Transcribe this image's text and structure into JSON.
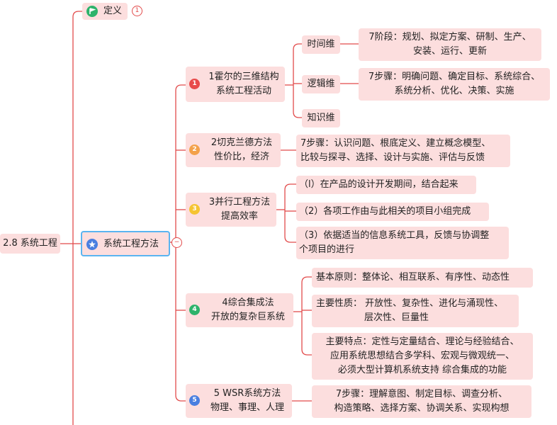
{
  "root": "2.8 系统工程",
  "definition": {
    "label": "定义",
    "count": "1"
  },
  "main": {
    "label": "系统工程方法",
    "collapse": "−"
  },
  "methods": [
    {
      "num": "1",
      "title": "1霍尔的三维结构",
      "subtitle": "系统工程活动"
    },
    {
      "num": "2",
      "title": "2切克兰德方法",
      "subtitle": "性价比，经济"
    },
    {
      "num": "3",
      "title": "3并行工程方法",
      "subtitle": "提高效率"
    },
    {
      "num": "4",
      "title": "4综合集成法",
      "subtitle": "开放的复杂巨系统"
    },
    {
      "num": "5",
      "title": "5 WSR系统方法",
      "subtitle": "物理、事理、人理"
    }
  ],
  "hall": {
    "dims": [
      "时间维",
      "逻辑维",
      "知识维"
    ],
    "time_detail": [
      "7阶段：规划、拟定方案、研制、生产、",
      "安装、运行、更新"
    ],
    "logic_detail": [
      "7步骤：明确问题、确定目标、系统综合、",
      "系统分析、优化、决策、实施"
    ]
  },
  "checkland": [
    "7步骤：认识问题、根底定义、建立概念模型、",
    "比较与探寻、选择、设计与实施、评估与反馈"
  ],
  "concurrent": [
    "（l）在产品的设计开发期间，结合起来",
    "（2）各项工作由与此相关的项目小组完成",
    "（3）依据适当的信息系统工具，反馈与协调整",
    "个项目的进行"
  ],
  "integration": {
    "principle": "基本原则：整体论、相互联系、有序性、动态性",
    "nature": [
      "主要性质：  开放性、复杂性、进化与涌现性、",
      "层次性、巨量性"
    ],
    "features": [
      "主要特点：定性与定量结合、理论与经验结合、",
      "应用系统思想结合多学科、宏观与微观统一、",
      "必须大型计算机系统支持 综合集成的功能"
    ]
  },
  "wsr": [
    "7步骤：理解意图、制定目标、调查分析、",
    "构造策略、选择方案、协调关系、实现构想"
  ]
}
